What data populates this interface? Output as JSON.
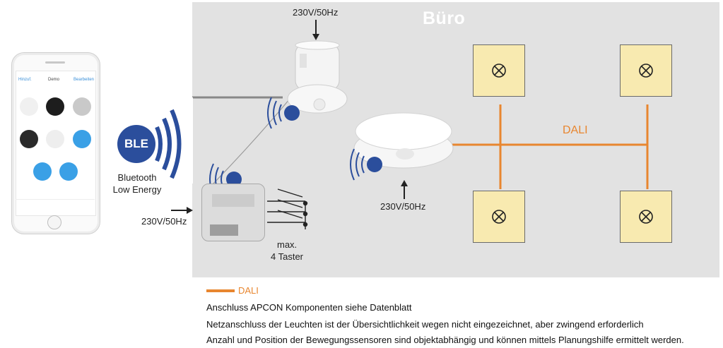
{
  "room": {
    "title": "Büro"
  },
  "labels": {
    "power_top": "230V/50Hz",
    "power_mid": "230V/50Hz",
    "power_left": "230V/50Hz",
    "dali_bus": "DALI",
    "taster_line1": "max.",
    "taster_line2": "4 Taster"
  },
  "ble": {
    "badge": "BLE",
    "line1": "Bluetooth",
    "line2": "Low Energy"
  },
  "app": {
    "left_link": "Hinzuf.",
    "title": "Demo",
    "right_link": "Bearbeiten"
  },
  "legend": {
    "dali_label": "DALI",
    "notes": [
      "Anschluss APCON Komponenten siehe Datenblatt",
      "Netzanschluss der Leuchten ist der Übersichtlichkeit wegen nicht eingezeichnet, aber zwingend erforderlich",
      "Anzahl und Position der Bewegungssensoren sind objektabhängig und können mittels Planungshilfe ermittelt werden."
    ]
  },
  "colors": {
    "dali": "#e8862f",
    "ble_blue": "#2b4e9c",
    "lamp_fill": "#f8eab0",
    "room_bg": "#e2e2e2"
  },
  "icons": [
    "lamp-symbol-icon",
    "bluetooth-wave-icon",
    "arrow-icon",
    "switch-icon"
  ]
}
